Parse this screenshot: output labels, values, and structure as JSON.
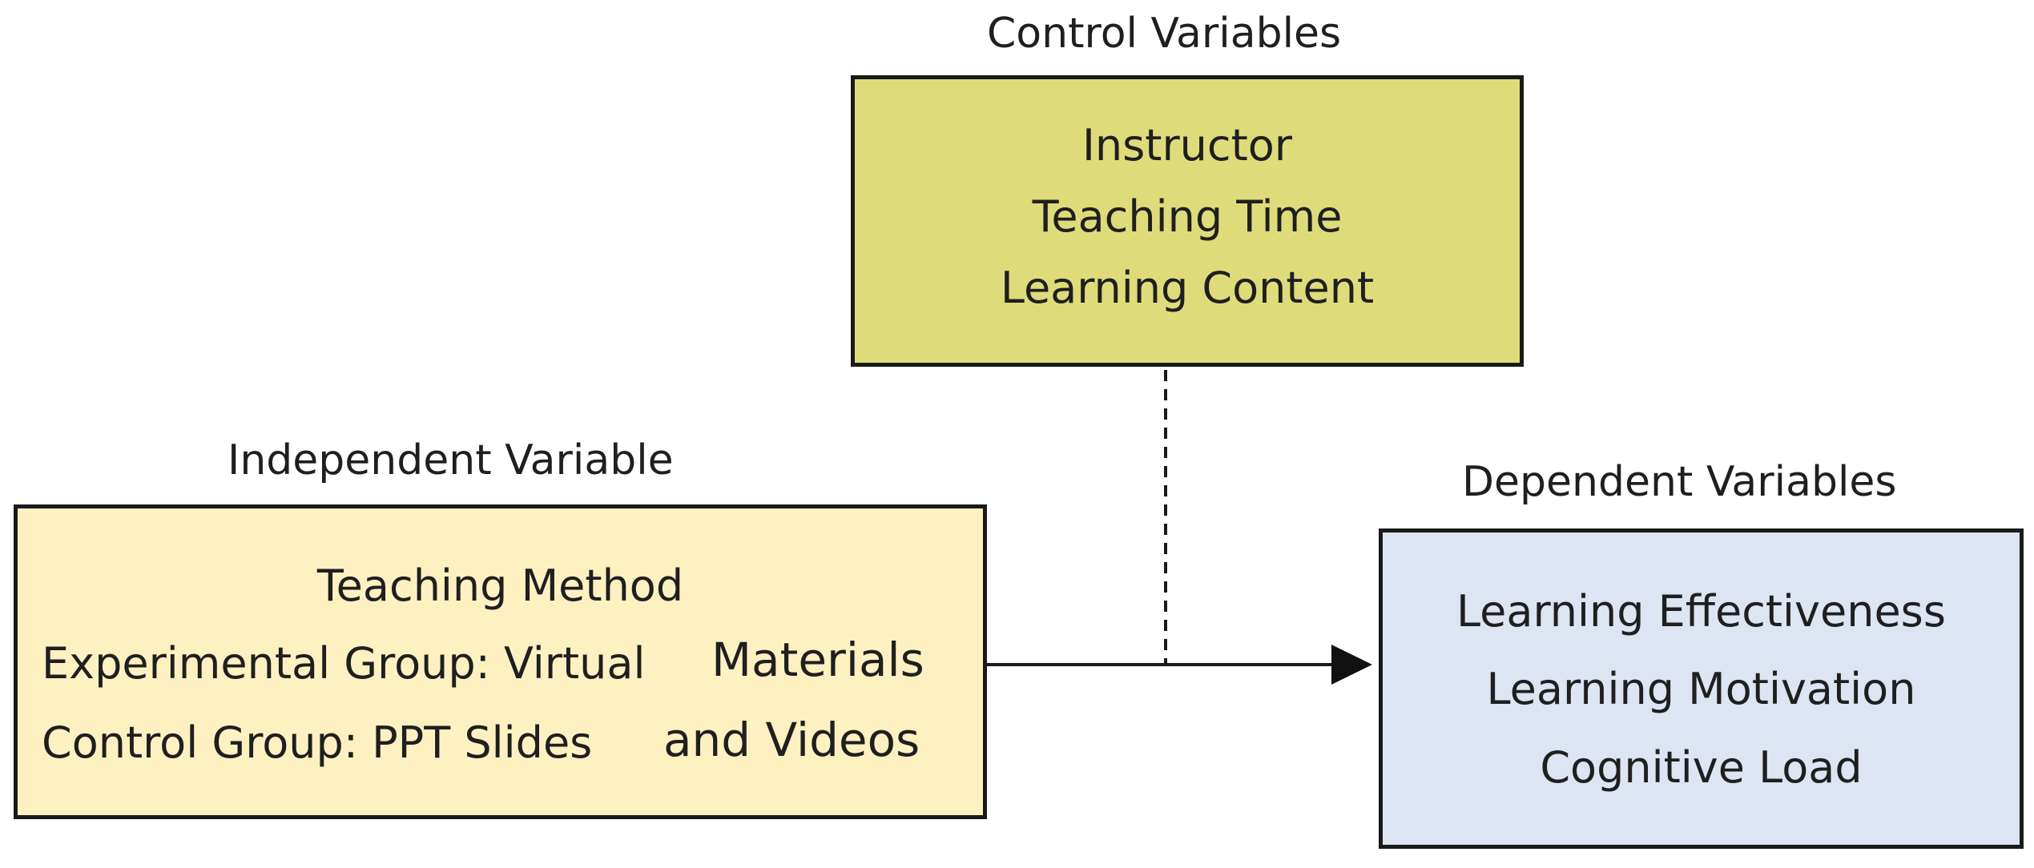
{
  "control_variables": {
    "heading": "Control Variables",
    "items": [
      "Instructor",
      "Teaching Time",
      "Learning Content"
    ]
  },
  "independent_variable": {
    "heading": "Independent Variable",
    "title": "Teaching Method",
    "line1_left": "Experimental Group: Virtual",
    "line1_right": "Materials",
    "line2_left": "Control Group: PPT Slides",
    "line2_right": "and Videos"
  },
  "dependent_variables": {
    "heading": "Dependent Variables",
    "items": [
      "Learning Effectiveness",
      "Learning Motivation",
      "Cognitive Load"
    ]
  },
  "colors": {
    "control_fill": "#dedc7a",
    "independent_fill": "#fdf1c2",
    "dependent_fill": "#dde4f2",
    "border": "#1a1a1a"
  }
}
